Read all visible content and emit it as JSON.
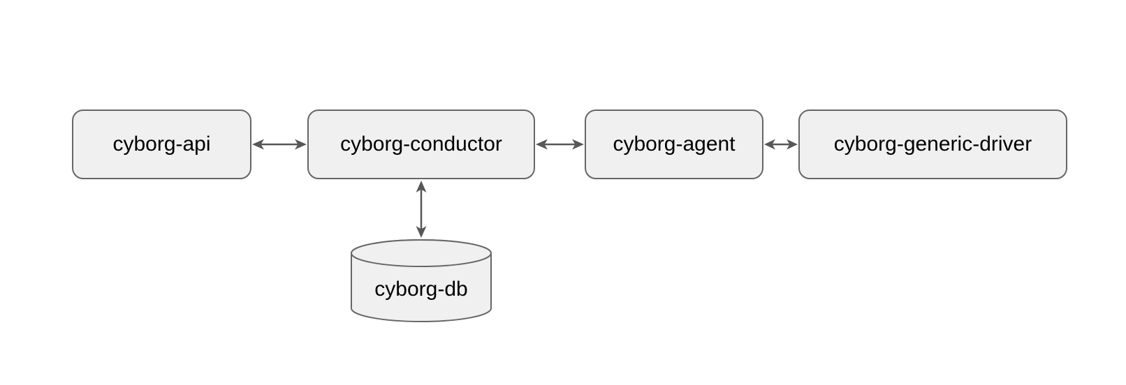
{
  "diagram": {
    "nodes": [
      {
        "id": "cyborg-api",
        "label": "cyborg-api",
        "shape": "rounded-rect"
      },
      {
        "id": "cyborg-conductor",
        "label": "cyborg-conductor",
        "shape": "rounded-rect"
      },
      {
        "id": "cyborg-agent",
        "label": "cyborg-agent",
        "shape": "rounded-rect"
      },
      {
        "id": "cyborg-generic-driver",
        "label": "cyborg-generic-driver",
        "shape": "rounded-rect"
      },
      {
        "id": "cyborg-db",
        "label": "cyborg-db",
        "shape": "database-cylinder"
      }
    ],
    "edges": [
      {
        "from": "cyborg-api",
        "to": "cyborg-conductor",
        "direction": "bidirectional",
        "orientation": "horizontal"
      },
      {
        "from": "cyborg-conductor",
        "to": "cyborg-agent",
        "direction": "bidirectional",
        "orientation": "horizontal"
      },
      {
        "from": "cyborg-agent",
        "to": "cyborg-generic-driver",
        "direction": "bidirectional",
        "orientation": "horizontal"
      },
      {
        "from": "cyborg-conductor",
        "to": "cyborg-db",
        "direction": "bidirectional",
        "orientation": "vertical"
      }
    ],
    "colors": {
      "background": "#ffffff",
      "node_fill": "#f0f0f0",
      "node_border": "#666666",
      "arrow": "#575757",
      "text": "#000000"
    }
  }
}
